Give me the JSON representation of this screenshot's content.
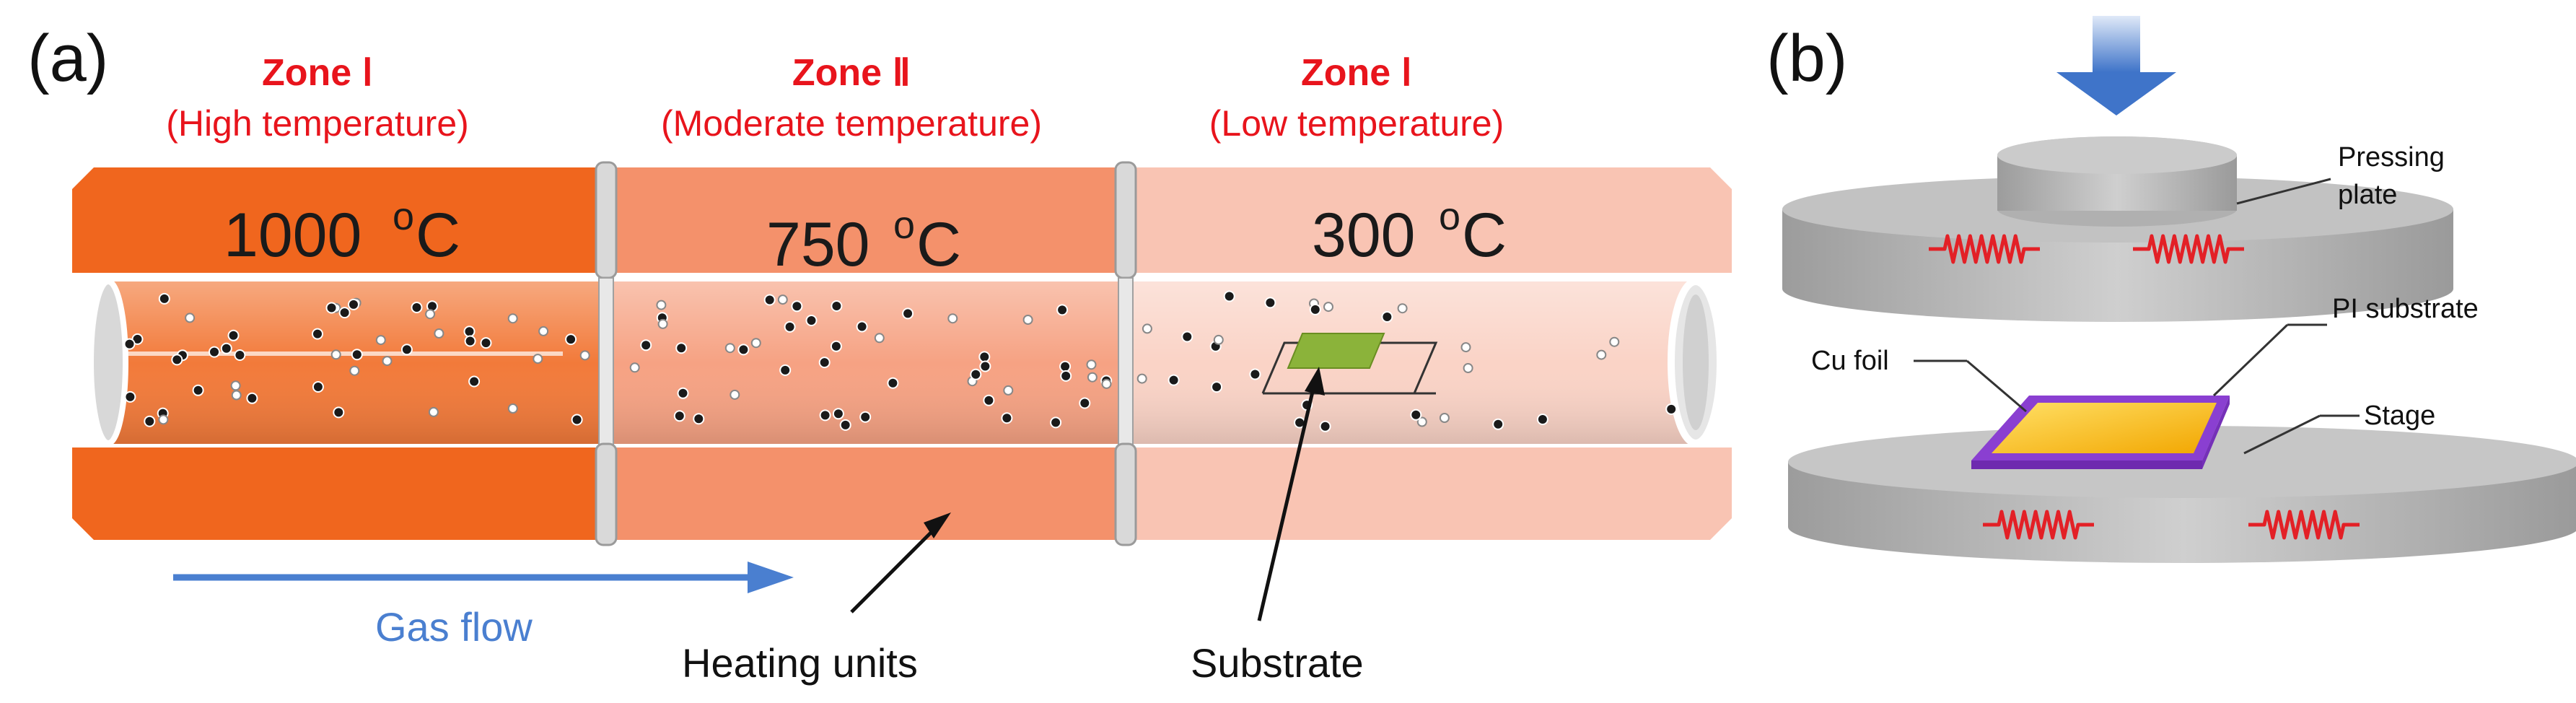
{
  "panel_a": {
    "label": "(a)",
    "zones": [
      {
        "title": "Zone Ⅰ",
        "subtitle": "(High temperature)",
        "temp_value": "1000",
        "temp_unit_sup": "o",
        "temp_unit": "C",
        "color": "#f0661e"
      },
      {
        "title": "Zone Ⅱ",
        "subtitle": "(Moderate temperature)",
        "temp_value": "750",
        "temp_unit_sup": "o",
        "temp_unit": "C",
        "color": "#f4916b"
      },
      {
        "title": "Zone Ⅰ",
        "subtitle": "(Low temperature)",
        "temp_value": "300",
        "temp_unit_sup": "o",
        "temp_unit": "C",
        "color": "#f9c4b3"
      }
    ],
    "gas_flow_label": "Gas flow",
    "heating_units_label": "Heating units",
    "substrate_label": "Substrate",
    "colors": {
      "title_red": "#e8141c",
      "gas_blue": "#4a7fd0",
      "substrate_green": "#8bb33a"
    }
  },
  "panel_b": {
    "label": "(b)",
    "pressing_plate_label": "Pressing plate",
    "pi_substrate_label": "PI substrate",
    "cu_foil_label": "Cu foil",
    "stage_label": "Stage",
    "colors": {
      "plate_gray": "#b8b8b8",
      "heater_red": "#e32026",
      "pi_purple": "#8a3fd1",
      "foil_gold": "#f5c400",
      "arrow_blue": "#4a7fd0"
    }
  }
}
